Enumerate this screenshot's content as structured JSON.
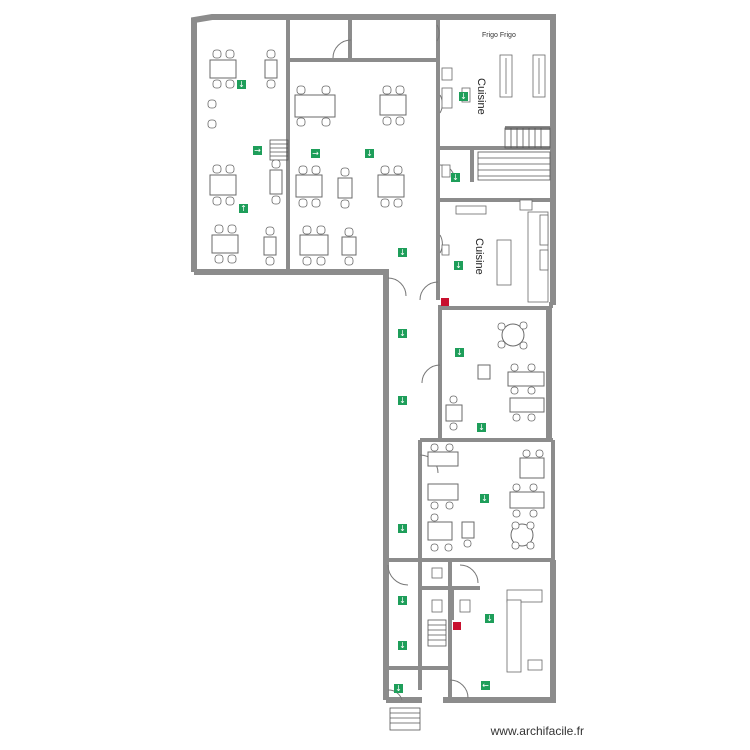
{
  "labels": {
    "kitchen_top": "Cuisine",
    "kitchen_mid": "Cuisine",
    "frigo": "Frigo   Frigo"
  },
  "watermark": "www.archifacile.fr",
  "colors": {
    "wall": "#8c8c8c",
    "exit_sign": "#1e9e5a",
    "fire_item": "#c8102e",
    "furniture": "#6a6a6a"
  },
  "icons": {
    "exit": "emergency-exit-arrow-icon",
    "fire": "fire-extinguisher-icon"
  }
}
